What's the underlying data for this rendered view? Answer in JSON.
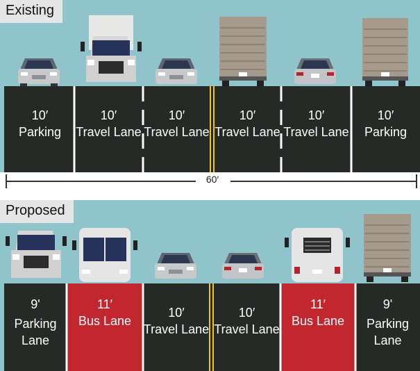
{
  "existing": {
    "label": "Existing",
    "lanes": [
      {
        "width": "10′",
        "name": "Parking"
      },
      {
        "width": "10′",
        "name": "Travel Lane"
      },
      {
        "width": "10′",
        "name": "Travel Lane"
      },
      {
        "width": "10′",
        "name": "Travel Lane"
      },
      {
        "width": "10′",
        "name": "Travel Lane"
      },
      {
        "width": "10′",
        "name": "Parking"
      }
    ],
    "total_width": "60′"
  },
  "proposed": {
    "label": "Proposed",
    "lanes": [
      {
        "width": "9'",
        "name_line1": "Parking",
        "name_line2": "Lane"
      },
      {
        "width": "11′",
        "name_line1": "Bus Lane",
        "name_line2": ""
      },
      {
        "width": "10′",
        "name_line1": "Travel Lane",
        "name_line2": ""
      },
      {
        "width": "10′",
        "name_line1": "Travel Lane",
        "name_line2": ""
      },
      {
        "width": "11′",
        "name_line1": "Bus Lane",
        "name_line2": ""
      },
      {
        "width": "9'",
        "name_line1": "Parking",
        "name_line2": "Lane"
      }
    ]
  },
  "colors": {
    "sky": "#8fc4ca",
    "asphalt": "#252a26",
    "bus_lane": "#c2262e",
    "center_line": "#f0c419",
    "lane_marking": "#ffffff"
  },
  "icons": [
    "box-truck-front-icon",
    "car-front-icon",
    "box-truck-rear-icon",
    "car-rear-icon",
    "bus-front-icon",
    "bus-rear-icon"
  ]
}
